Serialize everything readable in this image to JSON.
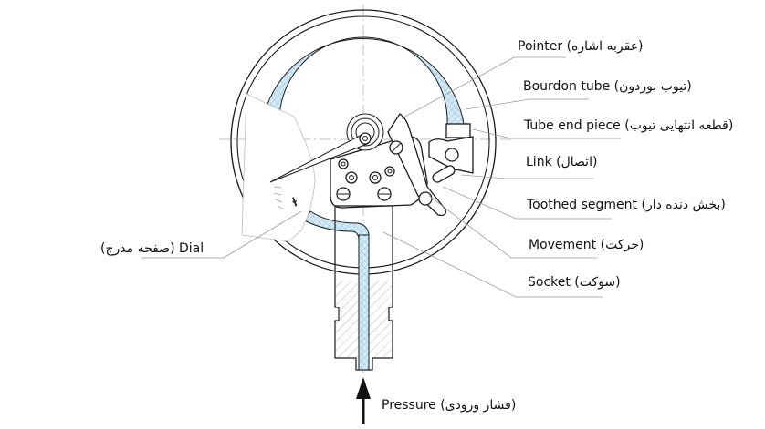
{
  "title": "Bourdon tube pressure gauge",
  "labels": {
    "pointer": "Pointer (عقربه اشاره)",
    "bourdon_tube": "Bourdon tube (تیوب بوردون)",
    "tube_end_piece": "Tube end piece (قطعه انتهایی تیوب)",
    "link": "Link (اتصال)",
    "toothed_segment": "Toothed segment (بخش دنده دار)",
    "movement": "Movement (حرکت)",
    "socket": "Socket (سوکت)",
    "dial": "(صفحه مدرج) Dial",
    "pressure": "Pressure (فشار ورودی)"
  },
  "colors": {
    "tube_fill": "#cfe8f5",
    "tube_hatch": "#6aa6cc",
    "ink": "#1a1a1a"
  }
}
